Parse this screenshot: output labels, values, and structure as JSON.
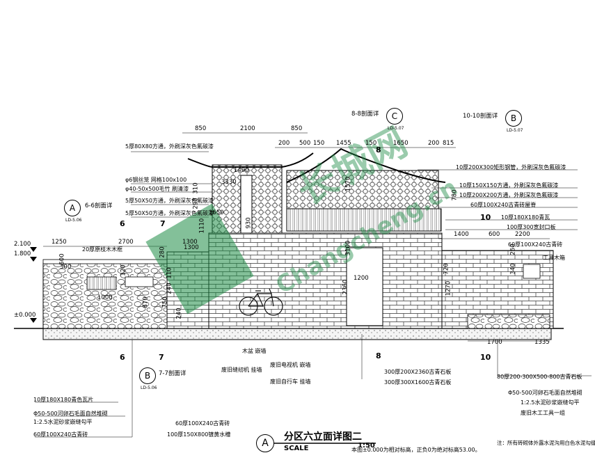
{
  "title": {
    "circle_letter": "A",
    "name": "分区六立面详图二",
    "scale_label": "SCALE",
    "scale_value": "1:50",
    "elevation_note": "本图±0.000为相对标高，正负0为绝对标高53.00。"
  },
  "footnote": "注：所有砖砌体外露水泥沟用白色水泥勾缝",
  "watermark": {
    "cn": "长城网",
    "en": "Changcheng.cn"
  },
  "top_dimensions": {
    "left_group": [
      "850",
      "2100",
      "850"
    ],
    "right_group": [
      "200",
      "500",
      "150",
      "1455",
      "150",
      "1650",
      "200",
      "815"
    ]
  },
  "section_marks": [
    {
      "label": "6-6剖面详",
      "letter": "A",
      "sheet": "LD-5.06"
    },
    {
      "label": "7-7剖面详",
      "letter": "B",
      "sheet": "LD-5.06"
    },
    {
      "label": "8-8剖面详",
      "letter": "C",
      "sheet": "LD-5.07"
    },
    {
      "label": "10-10剖面详",
      "letter": "B",
      "sheet": "LD-5.07"
    }
  ],
  "cut_numbers": [
    "6",
    "7",
    "7",
    "6",
    "8",
    "8",
    "10",
    "10"
  ],
  "level_marks": [
    "2.100",
    "1.800",
    "±0.000"
  ],
  "left_annotations": [
    "5厚80X80方通，外刷深灰色氟碳漆",
    "φ6钢丝笼 网格100x100",
    "φ40-50x500毛竹 刷清漆",
    "5厚50X50方通，外刷深灰色氟碳漆",
    "5厚50X50方通，外刷深灰色氟碳漆"
  ],
  "right_annotations": [
    "10厚200X300矩形钢管，外刷深灰色氟碳漆",
    "10厚150X150方通，外刷深灰色氟碳漆",
    "10厚200X200方通，外刷深灰色氟碳漆",
    "60厚100X240古青砖屋脊",
    "10厚180X180青瓦",
    "100厚300宽封口板",
    "60厚100X240古青砖",
    "工具木箱"
  ],
  "bottom_left_annotations": [
    "10厚180X180青色瓦片",
    "Φ50-500河卵石毛面自然堆砌",
    "1:2.5水泥砂浆嵌缝勾平",
    "60厚100X240古青砖"
  ],
  "bottom_center_annotations": [
    "木盆 嵌墙",
    "废旧缝纫机 挂墙",
    "废旧电视机 嵌墙",
    "废旧自行车 挂墙",
    "300厚200X2360古青石板",
    "300厚300X1600古青石板",
    "60厚100X240古青砖",
    "100厚150X800镀黄水槽"
  ],
  "bottom_right_annotations": [
    "80厚200-300X500-800古青石板",
    "Φ50-500河卵石毛面自然堆砌",
    "1:2.5水泥砂浆嵌缝勾平",
    "废旧木工工具一组"
  ],
  "interior_dimensions": [
    "1250",
    "2700",
    "1300",
    "20厚原枝木木框",
    "500",
    "1000",
    "1650",
    "1490",
    "3330",
    "930",
    "3100",
    "1200",
    "2360",
    "1570",
    "780",
    "1400",
    "600",
    "2200",
    "1700",
    "1335",
    "720",
    "1270",
    "340",
    "260",
    "280",
    "1110",
    "1300",
    "310",
    "290",
    "300",
    "120",
    "110",
    "870",
    "240",
    "750",
    "240"
  ]
}
